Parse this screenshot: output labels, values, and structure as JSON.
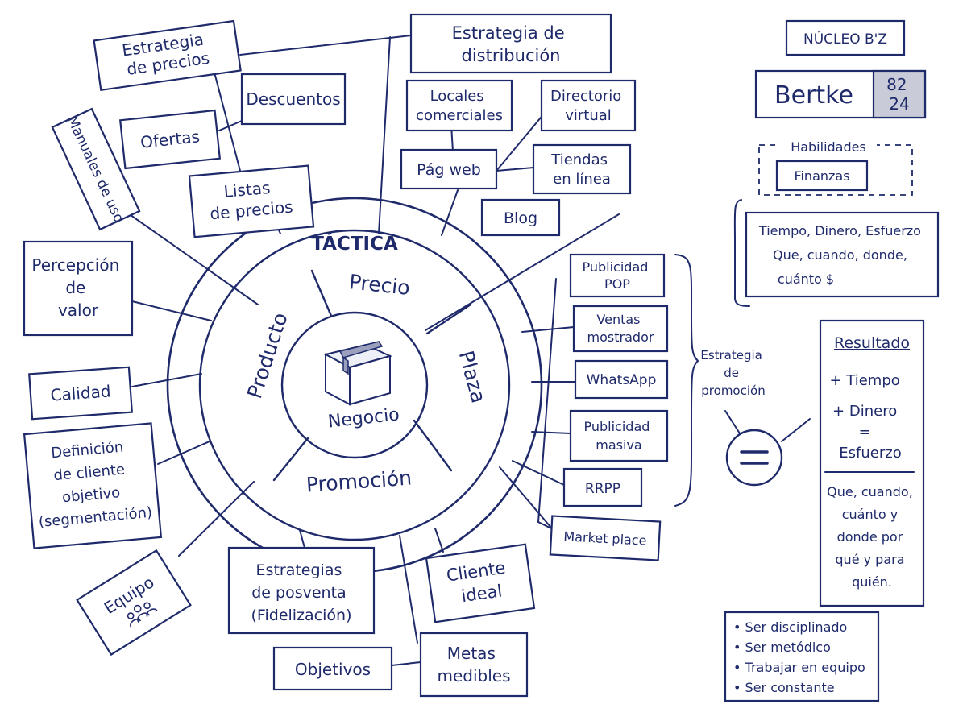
{
  "colors": {
    "ink": "#1f2a6b",
    "paper": "#ffffff",
    "badge_fill": "#c9ccd8"
  },
  "wheel": {
    "ring_label": "TÁCTICA",
    "center_label": "Negocio",
    "center_icon": "box-icon",
    "segments": {
      "precio": "Precio",
      "plaza": "Plaza",
      "promocion": "Promoción",
      "producto": "Producto"
    }
  },
  "precio": {
    "estrategia": [
      "Estrategia",
      "de precios"
    ],
    "descuentos": "Descuentos",
    "ofertas": "Ofertas",
    "listas": [
      "Listas",
      "de precios"
    ]
  },
  "distribucion": {
    "estrategia": [
      "Estrategia de",
      "distribución"
    ],
    "locales": [
      "Locales",
      "comerciales"
    ],
    "directorio": [
      "Directorio",
      "virtual"
    ],
    "pagweb": "Pág web",
    "tiendas": [
      "Tiendas",
      "en línea"
    ],
    "blog": "Blog"
  },
  "producto": {
    "manuales": "Manuales de uso",
    "percepcion": [
      "Percepción",
      "de",
      "valor"
    ],
    "calidad": "Calidad",
    "definicion": [
      "Definición",
      "de cliente",
      "objetivo",
      "(segmentación)"
    ],
    "equipo": "Equipo",
    "equipo_icon": "team-icon"
  },
  "promocion": {
    "posventa": [
      "Estrategias",
      "de posventa",
      "(Fidelización)"
    ],
    "cliente": [
      "Cliente",
      "ideal"
    ],
    "metas": [
      "Metas",
      "medibles"
    ],
    "objetivos": "Objetivos"
  },
  "canales": {
    "pop": [
      "Publicidad",
      "POP"
    ],
    "mostrador": [
      "Ventas",
      "mostrador"
    ],
    "whatsapp": "WhatsApp",
    "masiva": [
      "Publicidad",
      "masiva"
    ],
    "rrpp": "RRPP",
    "market": "Market place",
    "label": [
      "Estrategia",
      "de",
      "promoción"
    ]
  },
  "equals_icon": "equals-icon",
  "sidebar": {
    "nucleo": "NÚCLEO B'Z",
    "name": "Bertke",
    "badge": [
      "82",
      "24"
    ],
    "habilidades_label": "Habilidades",
    "habilidad": "Finanzas",
    "recursos": [
      "Tiempo, Dinero, Esfuerzo",
      "Que, cuando, donde,",
      "cuánto $"
    ],
    "resultado_title": "Resultado",
    "resultado_lines": [
      "+ Tiempo",
      "+ Dinero",
      "=",
      "Esfuerzo"
    ],
    "resultado_detail": [
      "Que, cuando,",
      "cuánto y",
      "donde por",
      "qué y para",
      "quién."
    ],
    "bullets": [
      "Ser disciplinado",
      "Ser metódico",
      "Trabajar en equipo",
      "Ser constante"
    ]
  }
}
